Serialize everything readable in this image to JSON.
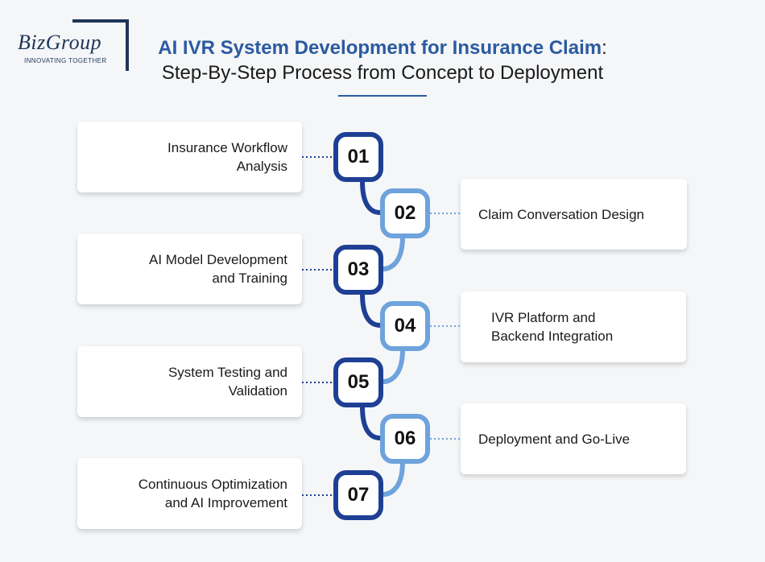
{
  "logo": {
    "wordmark": "BizGroup",
    "tagline": "INNOVATING TOGETHER"
  },
  "title": {
    "highlight": "AI IVR System Development for Insurance Claim",
    "suffix": ":",
    "line2": "Step-By-Step Process from Concept to Deployment"
  },
  "colors": {
    "dark": "#1e3f94",
    "light": "#6ea3dc",
    "accent": "#2b5aa0"
  },
  "steps": [
    {
      "number": "01",
      "label": "Insurance Workflow\nAnalysis"
    },
    {
      "number": "02",
      "label": "Claim Conversation Design"
    },
    {
      "number": "03",
      "label": "AI Model Development\nand Training"
    },
    {
      "number": "04",
      "label": "IVR Platform and\nBackend Integration"
    },
    {
      "number": "05",
      "label": "System Testing and\nValidation"
    },
    {
      "number": "06",
      "label": "Deployment and Go-Live"
    },
    {
      "number": "07",
      "label": "Continuous Optimization\nand AI Improvement"
    }
  ]
}
